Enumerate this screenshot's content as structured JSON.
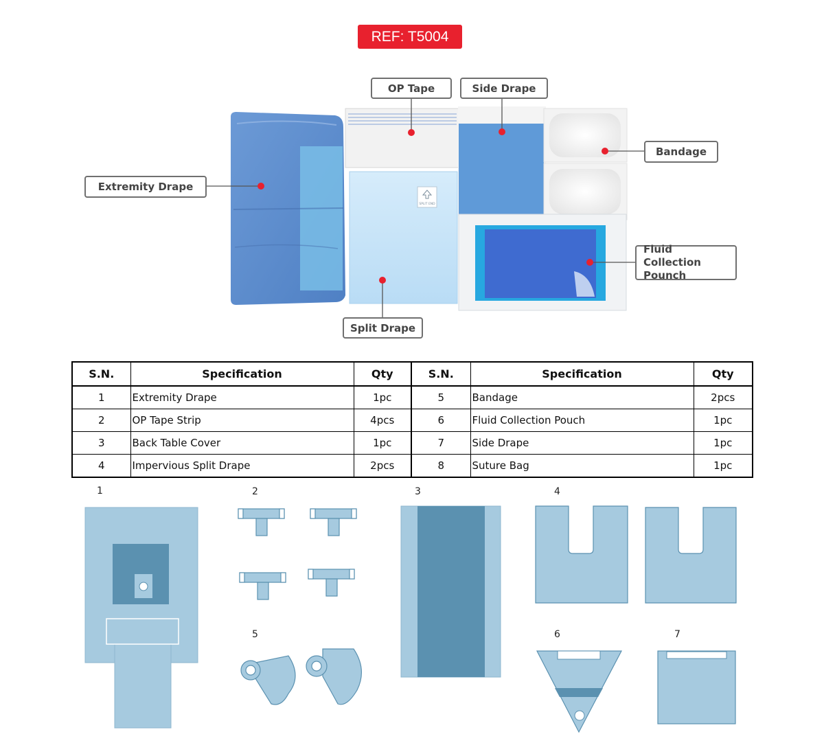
{
  "ref": "REF: T5004",
  "callouts": {
    "op_tape": "OP Tape",
    "side_drape": "Side Drape",
    "bandage": "Bandage",
    "extremity_drape": "Extremity Drape",
    "fluid_line1": "Fluid Collection",
    "fluid_line2": "Pounch",
    "split_drape": "Split Drape"
  },
  "package_print": "SPLIT END",
  "table": {
    "headers": [
      "S.N.",
      "Specification",
      "Qty",
      "S.N.",
      "Specification",
      "Qty"
    ],
    "rows": [
      {
        "sn1": "1",
        "spec1": "Extremity Drape",
        "qty1": "1pc",
        "sn2": "5",
        "spec2": "Bandage",
        "qty2": "2pcs"
      },
      {
        "sn1": "2",
        "spec1": "OP Tape Strip",
        "qty1": "4pcs",
        "sn2": "6",
        "spec2": "Fluid Collection Pouch",
        "qty2": "1pc"
      },
      {
        "sn1": "3",
        "spec1": "Back Table Cover",
        "qty1": "1pc",
        "sn2": "7",
        "spec2": "Side Drape",
        "qty2": "1pc"
      },
      {
        "sn1": "4",
        "spec1": "Impervious Split Drape",
        "qty1": "2pcs",
        "sn2": "8",
        "spec2": "Suture Bag",
        "qty2": "1pc"
      }
    ]
  },
  "diagram_numbers": [
    "1",
    "2",
    "3",
    "4",
    "5",
    "6",
    "7"
  ],
  "colors": {
    "badge": "#e8212e",
    "drape_light": "#a6cadf",
    "drape_dark": "#5b91b0",
    "photo_blue": "#5d8fd0",
    "photo_light": "#cfe6f7",
    "marker": "#e8212e"
  }
}
